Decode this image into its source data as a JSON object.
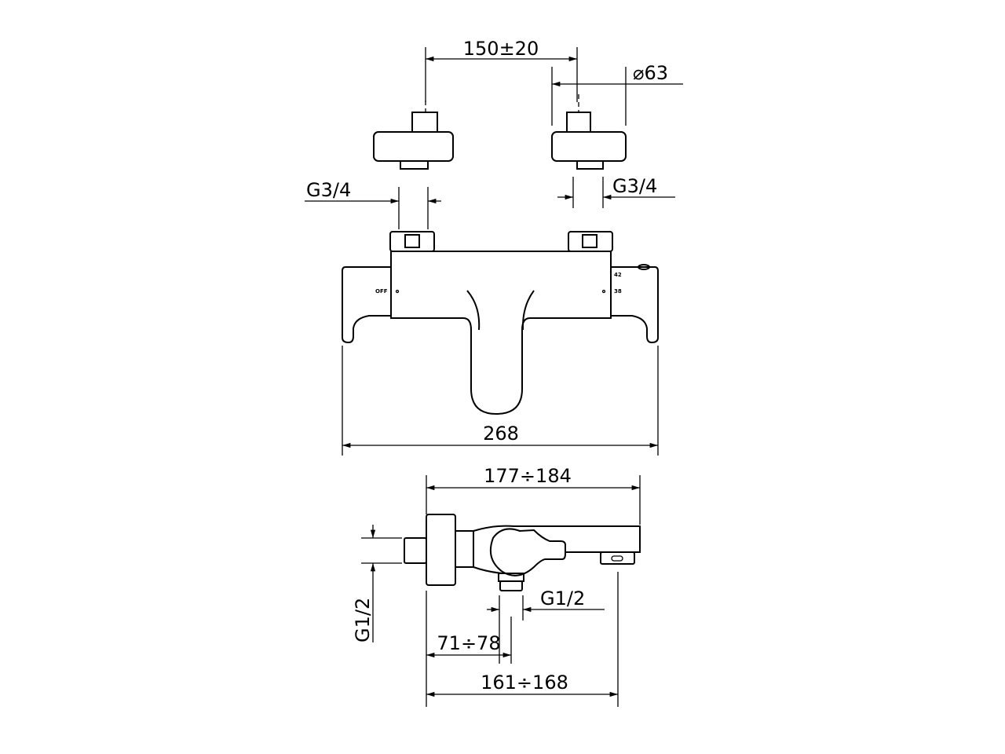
{
  "title": "Thermostatic bath mixer dimension drawing",
  "dimensions": {
    "eccentric_spacing": "150±20",
    "flange_diameter": "⌀63",
    "inlet_thread_left": "G3/4",
    "inlet_thread_right": "G3/4",
    "overall_width": "268",
    "projection": "177÷184",
    "wall_thread": "G1/2",
    "outlet_thread": "G1/2",
    "outlet_offset": "71÷78",
    "spout_projection": "161÷168"
  },
  "body_markings": {
    "off_label": "OFF",
    "temp_high": "42",
    "temp_mid": "38"
  },
  "colors": {
    "line": "#000000",
    "background": "#ffffff"
  }
}
